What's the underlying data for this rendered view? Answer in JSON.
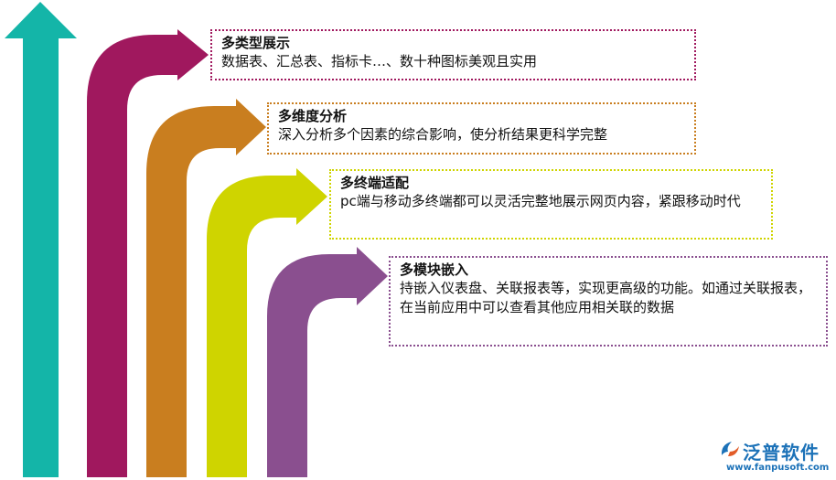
{
  "items": [
    {
      "title": "多类型展示",
      "desc": "数据表、汇总表、指标卡…、数十种图标美观且实用"
    },
    {
      "title": "多维度分析",
      "desc": "深入分析多个因素的综合影响，使分析结果更科学完整"
    },
    {
      "title": "多终端适配",
      "desc": "pc端与移动多终端都可以灵活完整地展示网页内容，紧跟移动时代"
    },
    {
      "title": "多模块嵌入",
      "desc": "持嵌入仪表盘、关联报表等，实现更高级的功能。如通过关联报表，在当前应用中可以查看其他应用相关联的数据"
    }
  ],
  "logo": {
    "name": "泛普软件",
    "url": "www.fanpusoft.com"
  },
  "colors": {
    "teal": "#14b5a8",
    "magenta": "#a0185e",
    "orange": "#c97e1f",
    "lime": "#cfd400",
    "purple": "#8a4f8f",
    "logo_blue": "#1c72b8"
  },
  "icons": [
    "up-arrow-icon",
    "curved-arrow-icon",
    "fanpu-logo-icon"
  ]
}
